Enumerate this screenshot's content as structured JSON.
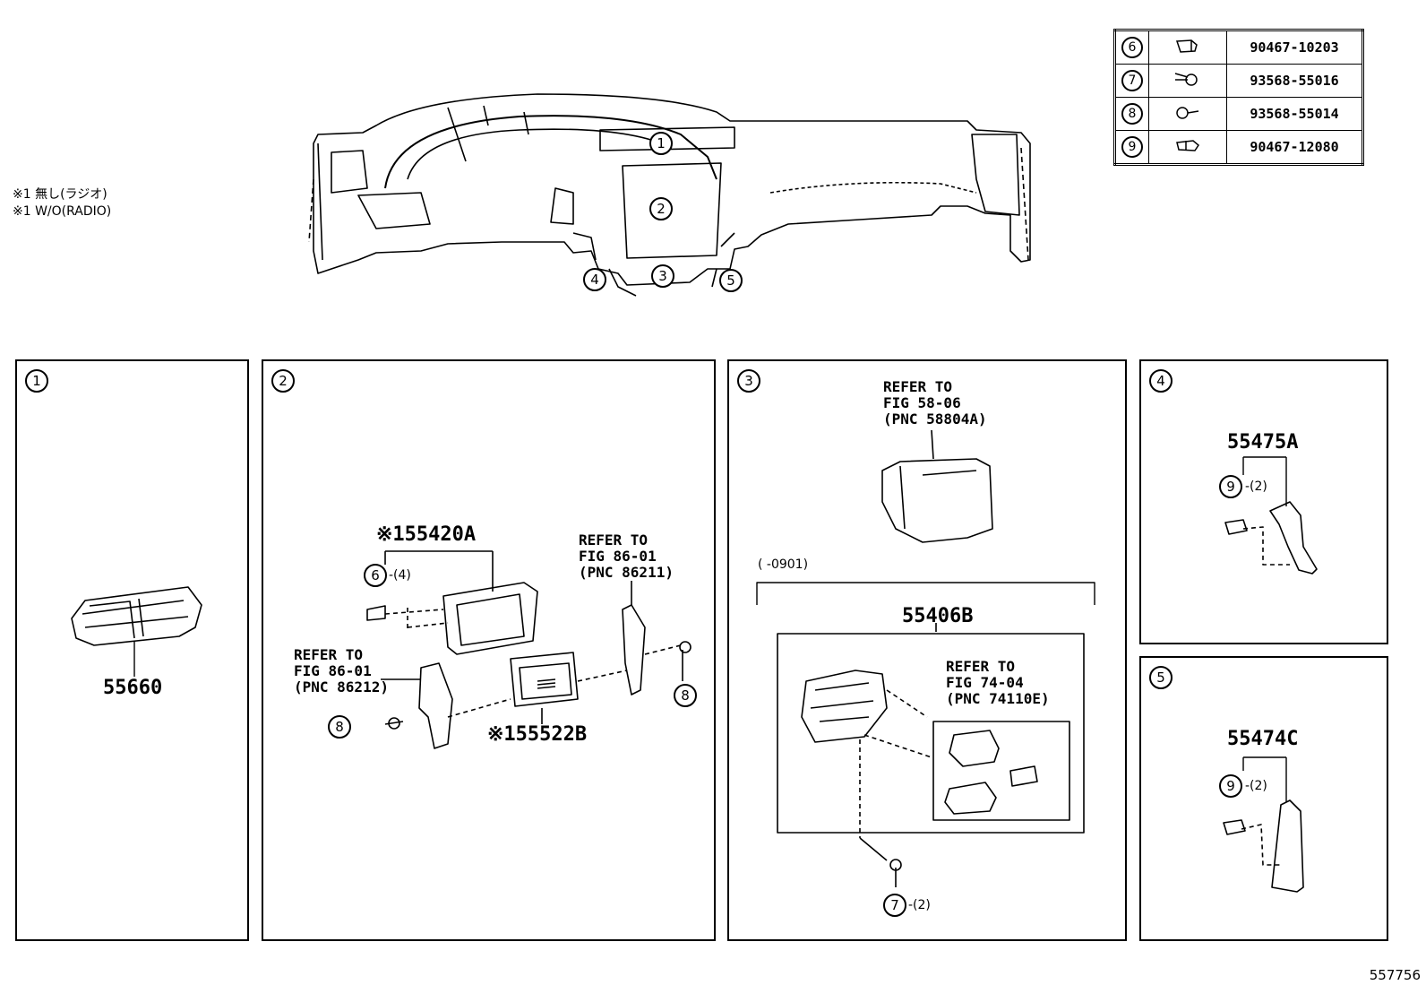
{
  "notes": {
    "line1": "※1 無し(ラジオ)",
    "line2": "※1 W/O(RADIO)"
  },
  "legend_table": [
    {
      "key": "6",
      "part_no": "90467-10203",
      "icon": "clip-icon"
    },
    {
      "key": "7",
      "part_no": "93568-55016",
      "icon": "screw-icon"
    },
    {
      "key": "8",
      "part_no": "93568-55014",
      "icon": "screw-icon"
    },
    {
      "key": "9",
      "part_no": "90467-12080",
      "icon": "clip-icon"
    }
  ],
  "overview_callouts": [
    "1",
    "2",
    "3",
    "4",
    "5"
  ],
  "panels": {
    "p1": {
      "num": "1",
      "part": "55660"
    },
    "p2": {
      "num": "2",
      "part_a": "※155420A",
      "part_b": "※155522B",
      "clip_key": "6",
      "clip_qty": "-(4)",
      "screw_key_left": "8",
      "screw_key_right": "8",
      "ref_right": [
        "REFER TO",
        "FIG 86-01",
        "(PNC 86211)"
      ],
      "ref_left": [
        "REFER TO",
        "FIG 86-01",
        "(PNC 86212)"
      ]
    },
    "p3": {
      "num": "3",
      "ref_top": [
        "REFER TO",
        "FIG 58-06",
        "(PNC 58804A)"
      ],
      "range": "(      -0901)",
      "part": "55406B",
      "ref_inner": [
        "REFER TO",
        "FIG 74-04",
        "(PNC 74110E)"
      ],
      "screw_key": "7",
      "screw_qty": "-(2)"
    },
    "p4": {
      "num": "4",
      "part": "55475A",
      "clip_key": "9",
      "clip_qty": "-(2)"
    },
    "p5": {
      "num": "5",
      "part": "55474C",
      "clip_key": "9",
      "clip_qty": "-(2)"
    }
  },
  "figure_id": "557756"
}
